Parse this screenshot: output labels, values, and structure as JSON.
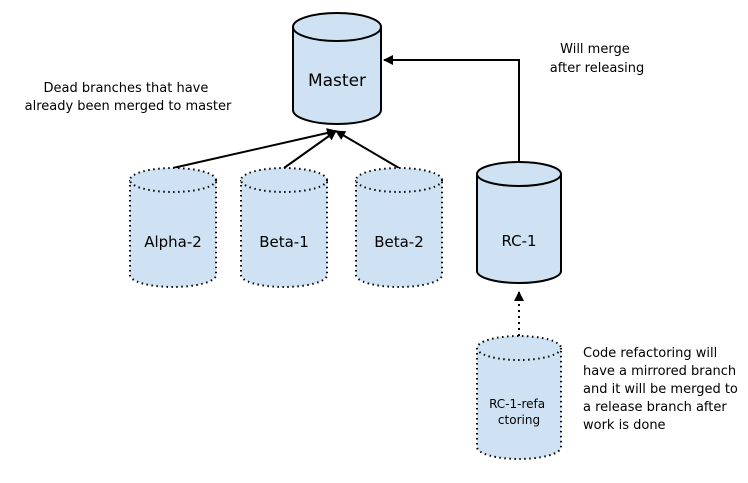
{
  "colors": {
    "fill": "#cfe2f3",
    "stroke": "#000000"
  },
  "nodes": {
    "master": {
      "label": "Master",
      "style": "solid"
    },
    "alpha_2": {
      "label": "Alpha-2",
      "style": "dotted"
    },
    "beta_1": {
      "label": "Beta-1",
      "style": "dotted"
    },
    "beta_2": {
      "label": "Beta-2",
      "style": "dotted"
    },
    "rc_1": {
      "label": "RC-1",
      "style": "solid"
    },
    "rc_1_refactoring": {
      "label_lines": [
        "RC-1-refa",
        "ctoring"
      ],
      "style": "dotted"
    }
  },
  "annotations": {
    "dead_branches": [
      "Dead branches that have",
      "already been merged to master"
    ],
    "will_merge": [
      "Will merge",
      "after releasing"
    ],
    "code_refactoring": [
      "Code refactoring will",
      "have a mirrored branch",
      "and it will be merged to",
      "a release branch after",
      "work is done"
    ]
  },
  "edges": [
    {
      "from": "alpha_2",
      "to": "master",
      "style": "solid"
    },
    {
      "from": "beta_1",
      "to": "master",
      "style": "solid"
    },
    {
      "from": "beta_2",
      "to": "master",
      "style": "solid"
    },
    {
      "from": "rc_1",
      "to": "master",
      "style": "solid"
    },
    {
      "from": "rc_1_refactoring",
      "to": "rc_1",
      "style": "dotted"
    }
  ]
}
